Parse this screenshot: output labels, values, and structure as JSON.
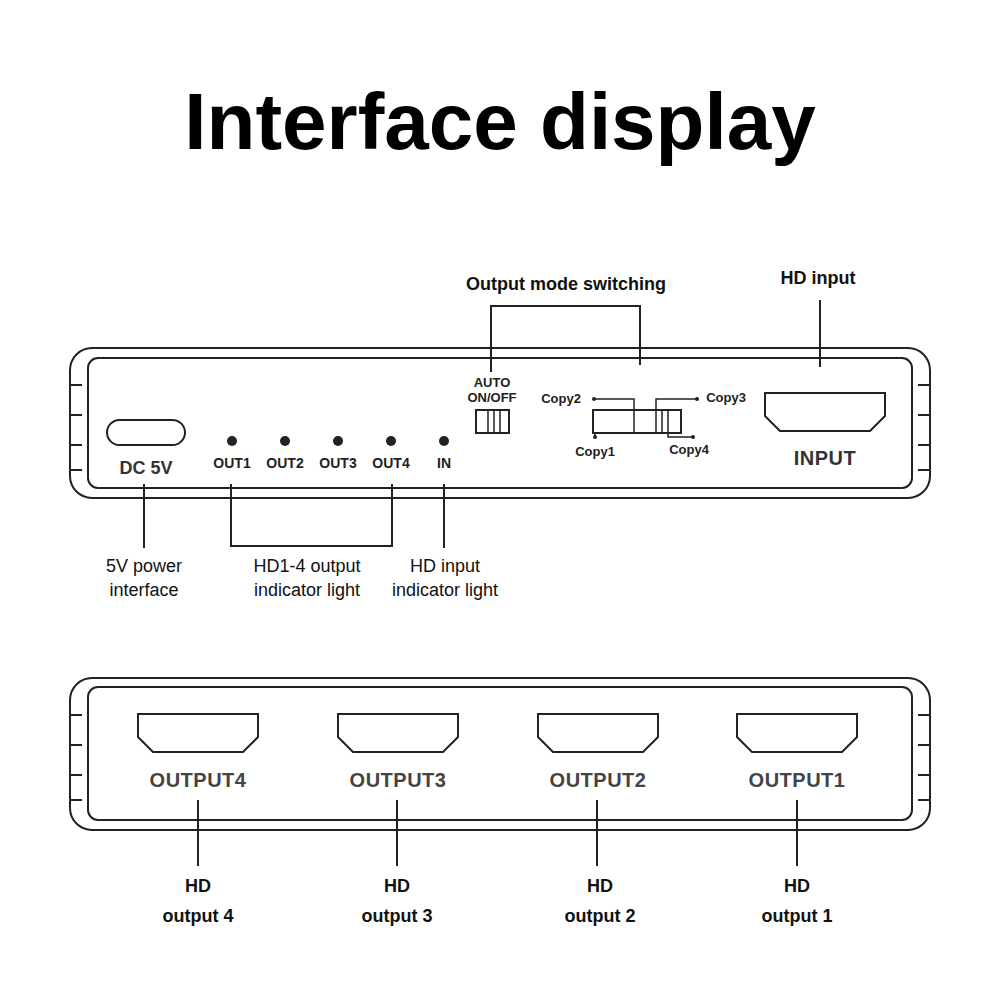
{
  "diagram": {
    "title": "Interface display",
    "labels": [
      "Output mode switching",
      "HD input",
      "AUTO ON/OFF",
      "Copy2",
      "Copy3",
      "Copy1",
      "Copy4",
      "DC 5V",
      "OUT1",
      "OUT2",
      "OUT3",
      "OUT4",
      "IN",
      "INPUT",
      "5V power interface",
      "HD1-4 output indicator light",
      "HD input indicator light",
      "OUTPUT4",
      "OUTPUT3",
      "OUTPUT2",
      "OUTPUT1",
      "HD output 4",
      "HD output 3",
      "HD output 2",
      "HD output 1"
    ]
  }
}
